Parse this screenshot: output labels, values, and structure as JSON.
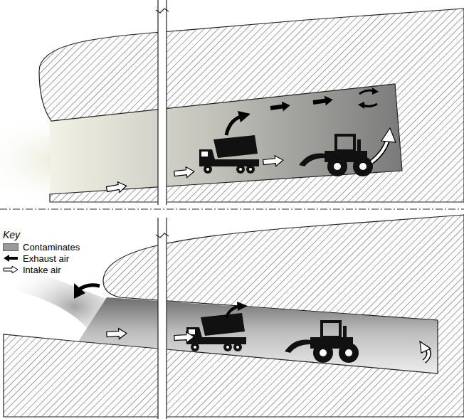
{
  "diagram": {
    "labels": [
      "Key"
    ],
    "legend": [
      {
        "text": "Contaminates",
        "color": "#9a9a9a"
      },
      {
        "text": "Exhaust air"
      },
      {
        "text": "Intake air"
      }
    ]
  }
}
